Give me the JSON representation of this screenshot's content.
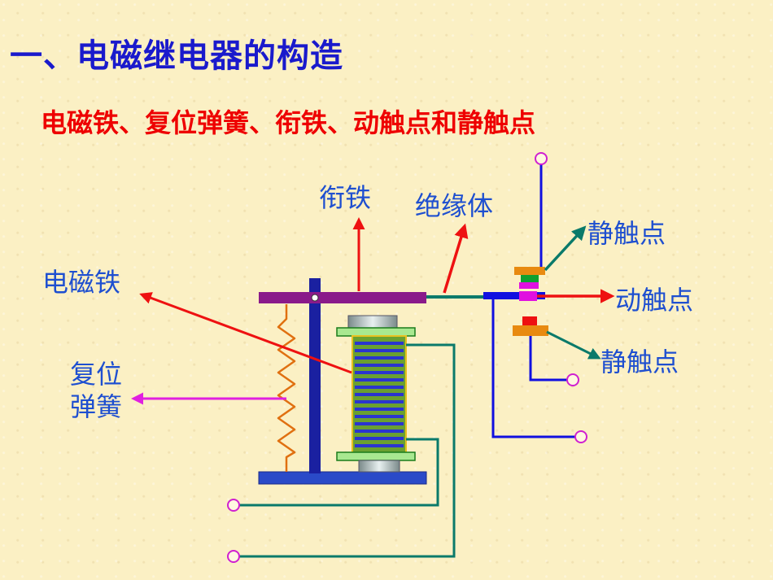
{
  "title": "一、电磁继电器的构造",
  "subtitle": "电磁铁、复位弹簧、衔铁、动触点和静触点",
  "labels": {
    "armature": "衔铁",
    "insulator": "绝缘体",
    "static_contact_top": "静触点",
    "moving_contact": "动触点",
    "static_contact_bottom": "静触点",
    "electromagnet": "电磁铁",
    "spring_line1": "复位",
    "spring_line2": "弹簧"
  },
  "colors": {
    "title": "#1a1acc",
    "subtitle": "#ee0000",
    "label": "#1e4fd0",
    "wire_blue": "#1010e0",
    "wire_teal": "#0a7a6a",
    "armature": "#8a1a8a",
    "terminal": "#d020d0"
  }
}
